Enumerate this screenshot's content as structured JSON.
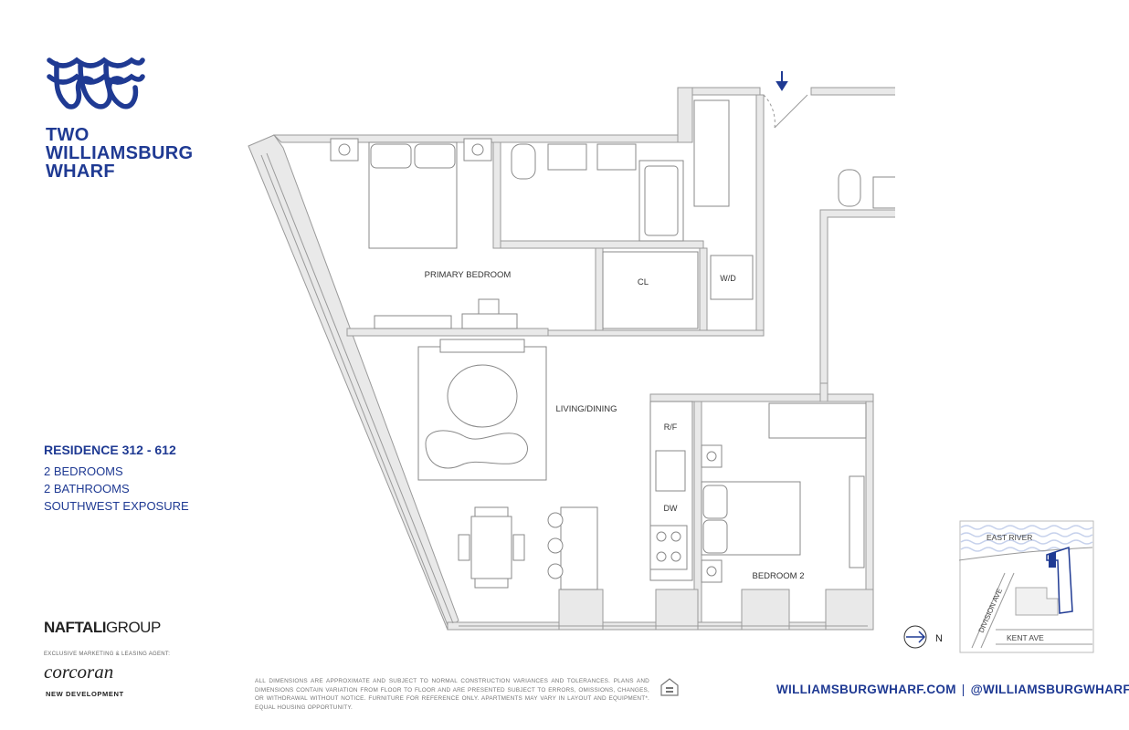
{
  "brand": {
    "line1": "TWO",
    "line2": "WILLIAMSBURG",
    "line3": "WHARF",
    "color": "#1f3a93"
  },
  "residence": {
    "title": "RESIDENCE 312 - 612",
    "bedrooms": "2 BEDROOMS",
    "bathrooms": "2 BATHROOMS",
    "exposure": "SOUTHWEST EXPOSURE"
  },
  "developer": {
    "naftali_bold": "NAFTALI",
    "naftali_light": "GROUP",
    "agent_label": "EXCLUSIVE MARKETING & LEASING AGENT:",
    "corcoran": "corcoran",
    "new_development": "NEW DEVELOPMENT"
  },
  "plan": {
    "primary_bedroom": "PRIMARY BEDROOM",
    "living_dining": "LIVING/DINING",
    "bedroom2": "BEDROOM 2",
    "closet": "CL",
    "washer_dryer": "W/D",
    "refrigerator": "R/F",
    "dishwasher": "DW",
    "wall_color": "#e9e9e9",
    "line_color": "#9a9a9a"
  },
  "keymap": {
    "river": "EAST RIVER",
    "division": "DIVISION AVE",
    "kent": "KENT AVE",
    "north": "N"
  },
  "disclaimer": "ALL DIMENSIONS ARE APPROXIMATE AND SUBJECT TO NORMAL CONSTRUCTION VARIANCES AND TOLERANCES. PLANS AND DIMENSIONS CONTAIN VARIATION FROM FLOOR TO FLOOR AND ARE PRESENTED SUBJECT TO ERRORS, OMISSIONS, CHANGES, OR WITHDRAWAL WITHOUT NOTICE. FURNITURE FOR REFERENCE ONLY. APARTMENTS MAY VARY IN LAYOUT AND EQUIPMENT*. EQUAL HOUSING OPPORTUNITY.",
  "footer": {
    "website": "WILLIAMSBURGWHARF.COM",
    "separator": "|",
    "handle": "@WILLIAMSBURGWHARF"
  }
}
